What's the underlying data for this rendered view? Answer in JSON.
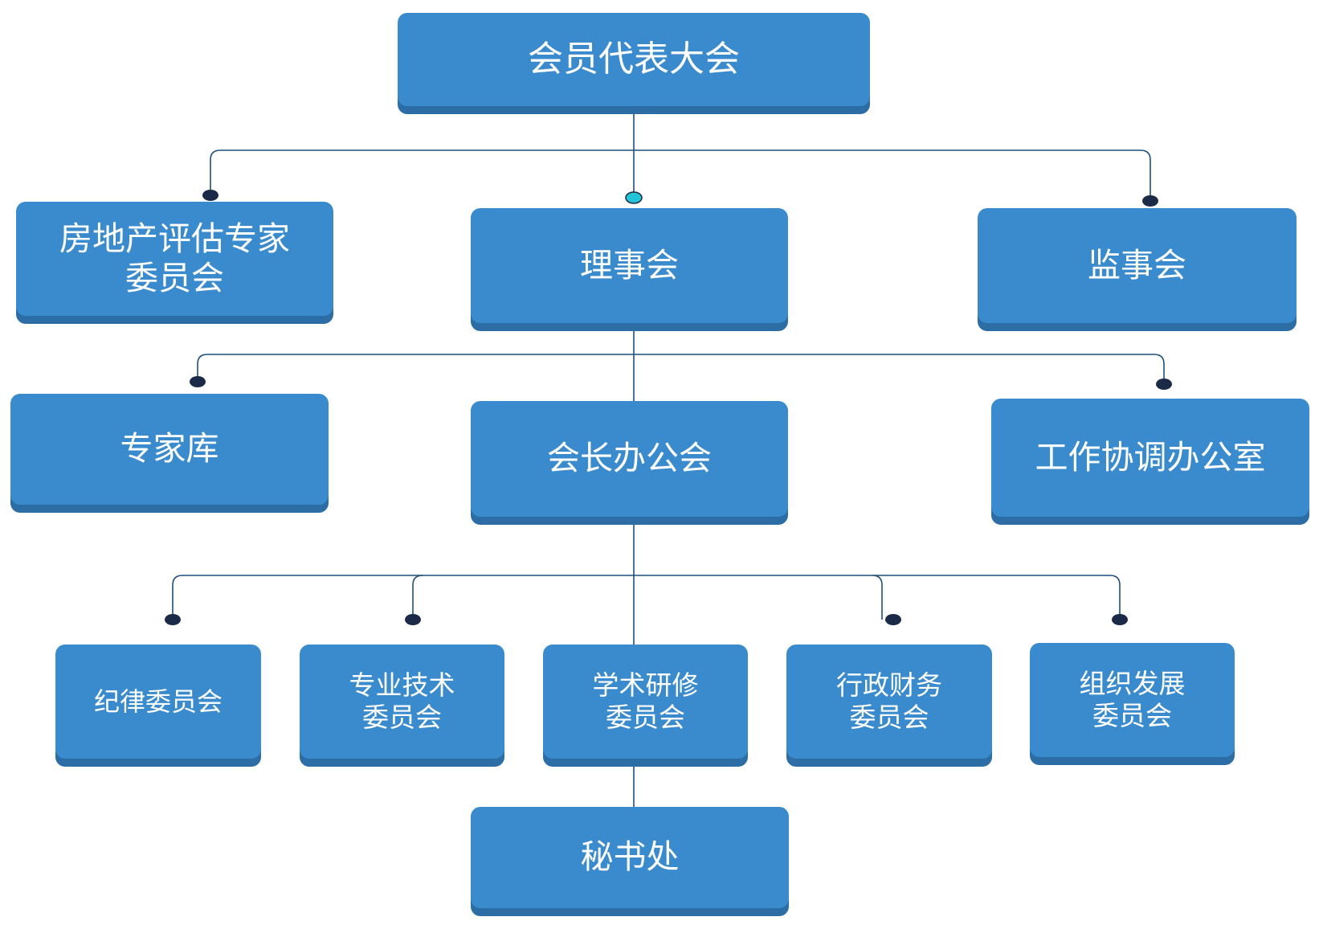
{
  "nodes": {
    "general_assembly": "会员代表大会",
    "real_estate_committee": "房地产评估专家\n委员会",
    "council": "理事会",
    "supervisory_board": "监事会",
    "expert_pool": "专家库",
    "president_office": "会长办公会",
    "coordination_office": "工作协调办公室",
    "discipline_committee": "纪律委员会",
    "tech_committee": "专业技术\n委员会",
    "academic_committee": "学术研修\n委员会",
    "finance_committee": "行政财务\n委员会",
    "development_committee": "组织发展\n委员会",
    "secretariat": "秘书处"
  },
  "colors": {
    "box": "#3a8bcd",
    "box_shadow": "#2d6da6",
    "line": "#1e4f7a",
    "dot": "#1b2a47",
    "dot_accent": "#24c4d8",
    "text": "#ffffff"
  }
}
